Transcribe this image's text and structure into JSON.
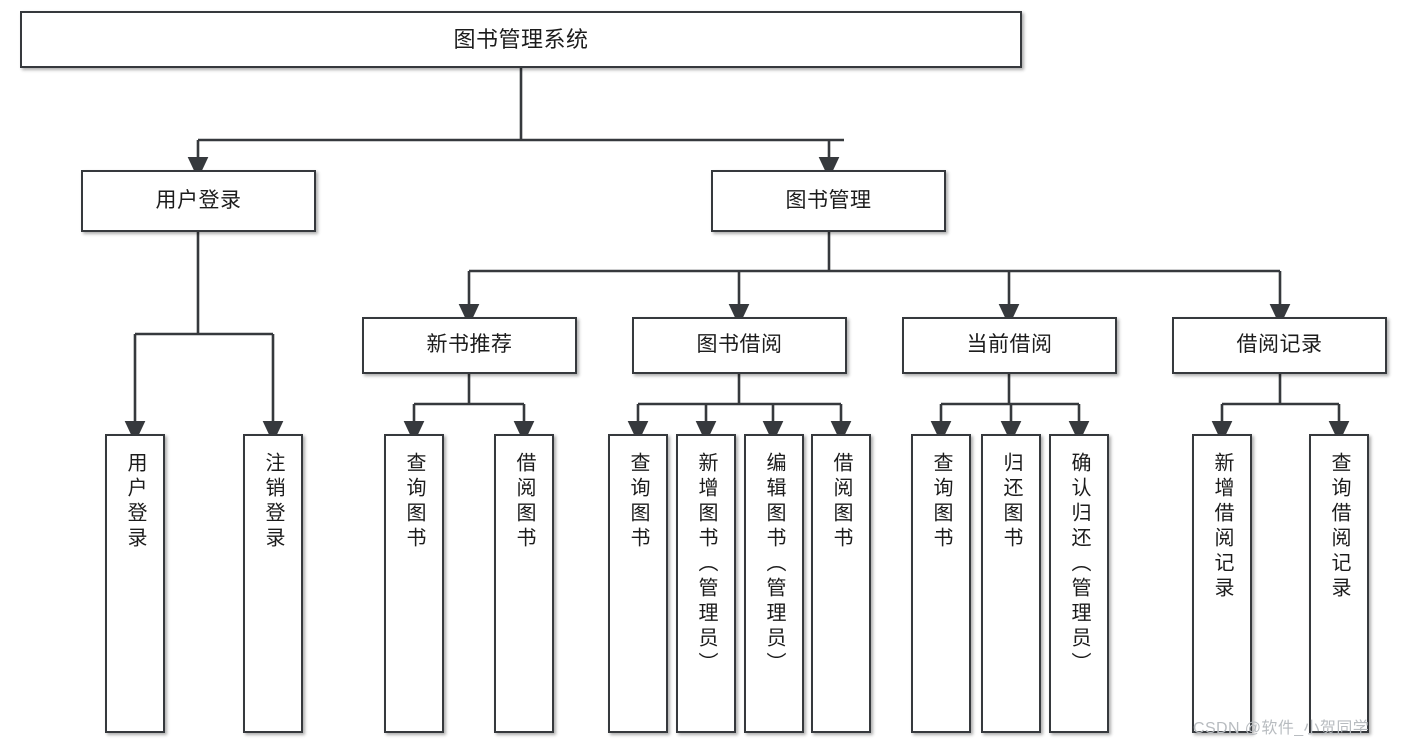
{
  "diagram": {
    "title": "图书管理系统",
    "type": "hierarchy-tree",
    "watermark": "CSDN @软件_小贺同学",
    "colors": {
      "box_border": "#36393d",
      "box_fill": "#ffffff",
      "connector": "#36393d",
      "text": "#1c1c1c",
      "watermark": "#b8bcc0",
      "background": "#ffffff"
    }
  },
  "nodes": {
    "root": {
      "label": "图书管理系统"
    },
    "level1": [
      {
        "label": "用户登录"
      },
      {
        "label": "图书管理"
      }
    ],
    "level2": [
      {
        "label": "新书推荐"
      },
      {
        "label": "图书借阅"
      },
      {
        "label": "当前借阅"
      },
      {
        "label": "借阅记录"
      }
    ],
    "leaves": {
      "user_login": [
        {
          "label": "用户登录"
        },
        {
          "label": "注销登录"
        }
      ],
      "new_book_recommend": [
        {
          "label": "查询图书"
        },
        {
          "label": "借阅图书"
        }
      ],
      "book_borrow": [
        {
          "label": "查询图书"
        },
        {
          "label": "新增图书（管理员）"
        },
        {
          "label": "编辑图书（管理员）"
        },
        {
          "label": "借阅图书"
        }
      ],
      "current_borrow": [
        {
          "label": "查询图书"
        },
        {
          "label": "归还图书"
        },
        {
          "label": "确认归还（管理员）"
        }
      ],
      "borrow_record": [
        {
          "label": "新增借阅记录"
        },
        {
          "label": "查询借阅记录"
        }
      ]
    }
  }
}
